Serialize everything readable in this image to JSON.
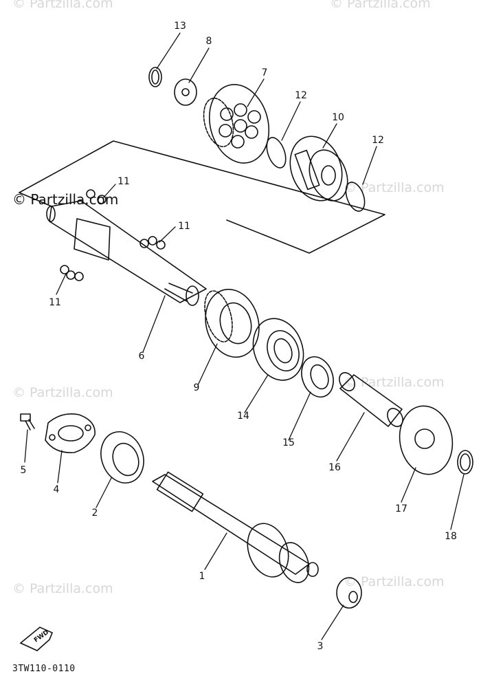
{
  "watermark_text": "© Partzilla.com",
  "diagram_code": "3TW110-0110",
  "fwd_label": "FWD",
  "callouts": [
    {
      "id": "c13",
      "label": "13"
    },
    {
      "id": "c8",
      "label": "8"
    },
    {
      "id": "c7",
      "label": "7"
    },
    {
      "id": "c12a",
      "label": "12"
    },
    {
      "id": "c10",
      "label": "10"
    },
    {
      "id": "c12b",
      "label": "12"
    },
    {
      "id": "c11a",
      "label": "11"
    },
    {
      "id": "c11b",
      "label": "11"
    },
    {
      "id": "c11c",
      "label": "11"
    },
    {
      "id": "c6",
      "label": "6"
    },
    {
      "id": "c9",
      "label": "9"
    },
    {
      "id": "c14",
      "label": "14"
    },
    {
      "id": "c15",
      "label": "15"
    },
    {
      "id": "c16",
      "label": "16"
    },
    {
      "id": "c17",
      "label": "17"
    },
    {
      "id": "c18",
      "label": "18"
    },
    {
      "id": "c5",
      "label": "5"
    },
    {
      "id": "c4",
      "label": "4"
    },
    {
      "id": "c2",
      "label": "2"
    },
    {
      "id": "c1",
      "label": "1"
    },
    {
      "id": "c3",
      "label": "3"
    }
  ]
}
